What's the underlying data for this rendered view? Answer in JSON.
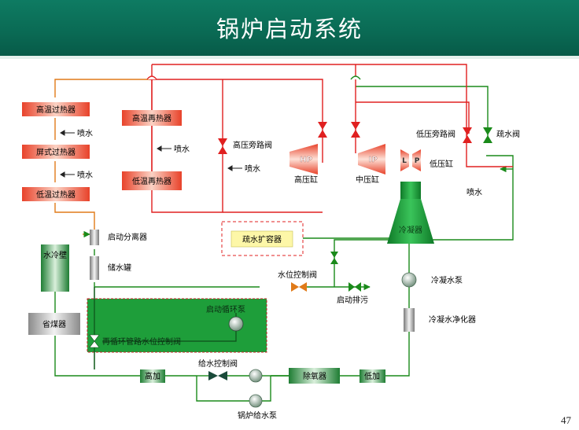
{
  "title": "锅炉启动系统",
  "page_number": "47",
  "colors": {
    "header": "#0a6a54",
    "steam_line": "#e02020",
    "water_line": "#1a8a1a",
    "feed_line": "#e07a18",
    "heater": "#e8422a",
    "green_zone": "#1e9e3a"
  },
  "labels": {
    "hi_superheater": "高温过热器",
    "platen_superheater": "屏式过热器",
    "low_superheater": "低温过热器",
    "spray1": "喷水",
    "spray2": "喷水",
    "hi_reheater": "高温再热器",
    "low_reheater": "低温再热器",
    "spray_reheat": "喷水",
    "hp_bypass": "高压旁路阀",
    "spray_hp": "喷水",
    "hp": "HP",
    "hp_cyl": "高压缸",
    "ip": "IP",
    "ip_cyl": "中压缸",
    "lp_l": "L",
    "lp_p": "P",
    "lp_bypass": "低压旁路阀",
    "lp_cyl": "低压缸",
    "drain_valve": "疏水阀",
    "spray_lp": "喷水",
    "condenser": "冷凝器",
    "flash_tank": "疏水扩容器",
    "separator": "启动分离器",
    "storage_tank": "储水罐",
    "water_wall": "水冷壁",
    "water_level_valve": "水位控制阀",
    "startup_drain": "启动排污",
    "condensate_pump": "冷凝水泵",
    "circ_pump": "启动循环泵",
    "recirc_valve": "再循环管路水位控制阀",
    "economizer": "省煤器",
    "condensate_polisher": "冷凝水净化器",
    "feed_control_valve": "给水控制阀",
    "hp_heater": "高加",
    "deaerator": "除氧器",
    "lp_heater": "低加",
    "feed_pump": "锅炉给水泵"
  }
}
